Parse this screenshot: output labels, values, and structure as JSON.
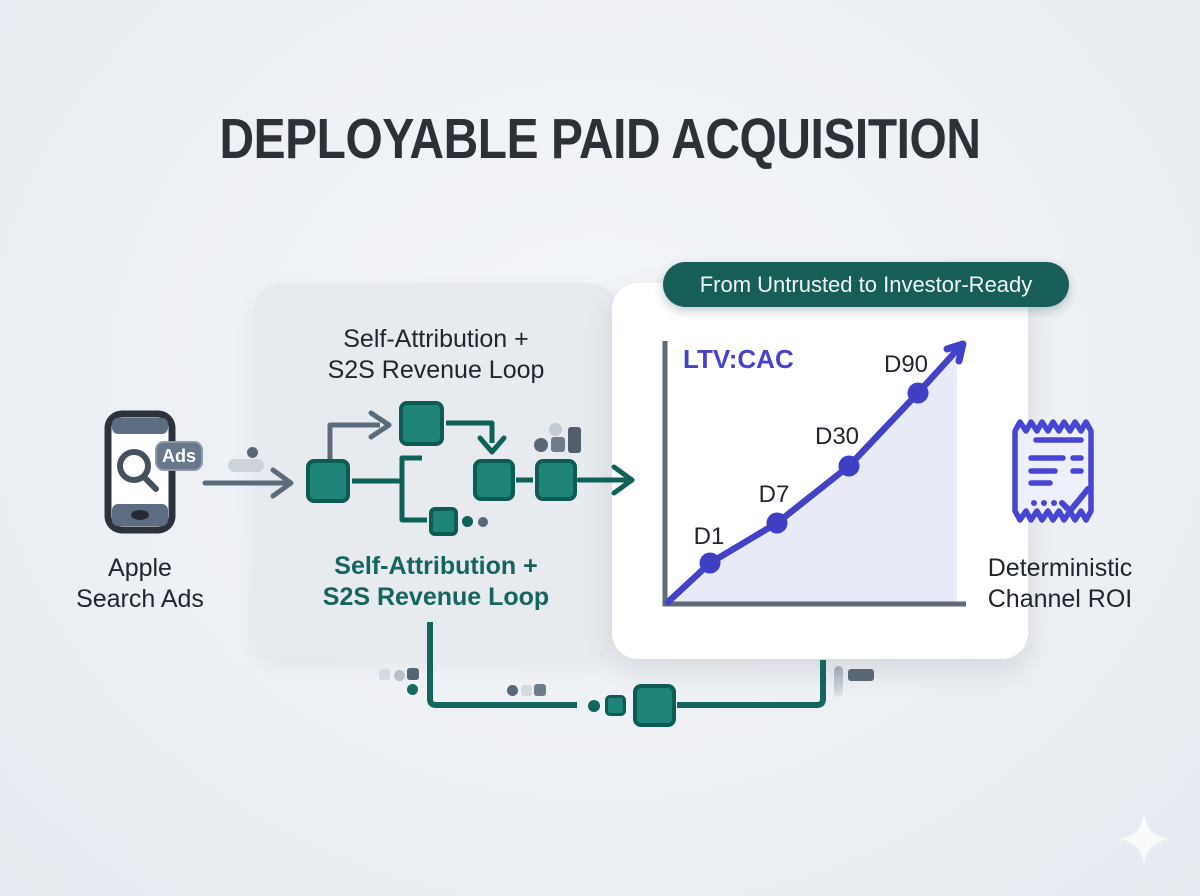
{
  "title": "DEPLOYABLE PAID ACQUISITION",
  "left_node": {
    "icon": "phone-search-ads-icon",
    "badge": "Ads",
    "label": "Apple\nSearch Ads"
  },
  "flow_card": {
    "top_label": "Self-Attribution +\nS2S Revenue Loop",
    "bottom_label": "Self-Attribution +\nS2S Revenue Loop",
    "icon": "flow-squares-loop"
  },
  "result_card": {
    "badge": "From Untrusted to Investor-Ready"
  },
  "chart_data": {
    "type": "line",
    "title": "LTV:CAC",
    "points": [
      {
        "label": "D1",
        "x": 1,
        "y": 0.17
      },
      {
        "label": "D7",
        "x": 7,
        "y": 0.33
      },
      {
        "label": "D30",
        "x": 30,
        "y": 0.55
      },
      {
        "label": "D90",
        "x": 90,
        "y": 0.82
      }
    ],
    "trend": "ascending-with-arrow",
    "legend_position": "top-left-inside",
    "axis_labels": [],
    "grid": false,
    "line_color": "#4341c6",
    "point_color": "#3f3fc3",
    "area_fill": "#e9eaf8",
    "axis_color": "#5c6a79"
  },
  "right_node": {
    "icon": "receipt-check-icon",
    "label": "Deterministic\nChannel ROI"
  },
  "colors": {
    "background": "#edf0f4",
    "teal_fill": "#1e8477",
    "teal_dark": "#0d5b52",
    "pill_bg": "#175e59",
    "indigo": "#4341c6",
    "slate": "#5a6774",
    "text_dark": "#20262d",
    "teal_text": "#14655d"
  },
  "decor": {
    "sparkle": "four-point-sparkle-icon"
  }
}
